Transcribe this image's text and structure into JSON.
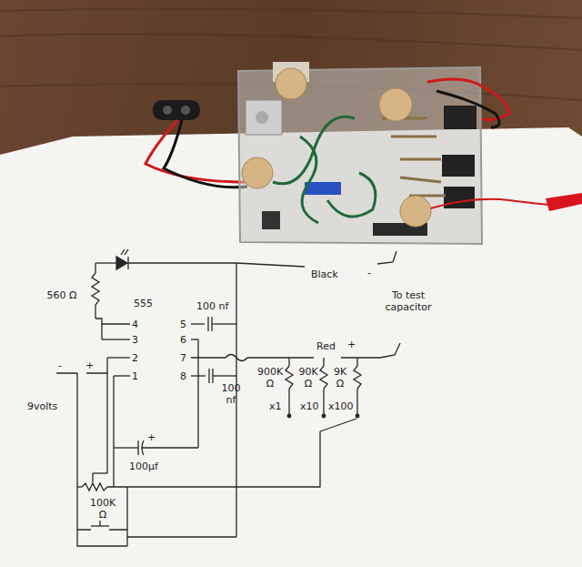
{
  "diagram": {
    "labels": [
      "560 Ω",
      "555",
      "4",
      "3",
      "2",
      "1",
      "5",
      "6",
      "7",
      "8",
      "100 nf",
      "100 nf",
      "Black",
      "-",
      "To test capacitor",
      "Red",
      "+",
      "-",
      "+",
      "9volts",
      "900K Ω",
      "90K Ω",
      "9K Ω",
      "x1",
      "x10",
      "x100",
      "+",
      "100μf",
      "100K Ω"
    ]
  }
}
